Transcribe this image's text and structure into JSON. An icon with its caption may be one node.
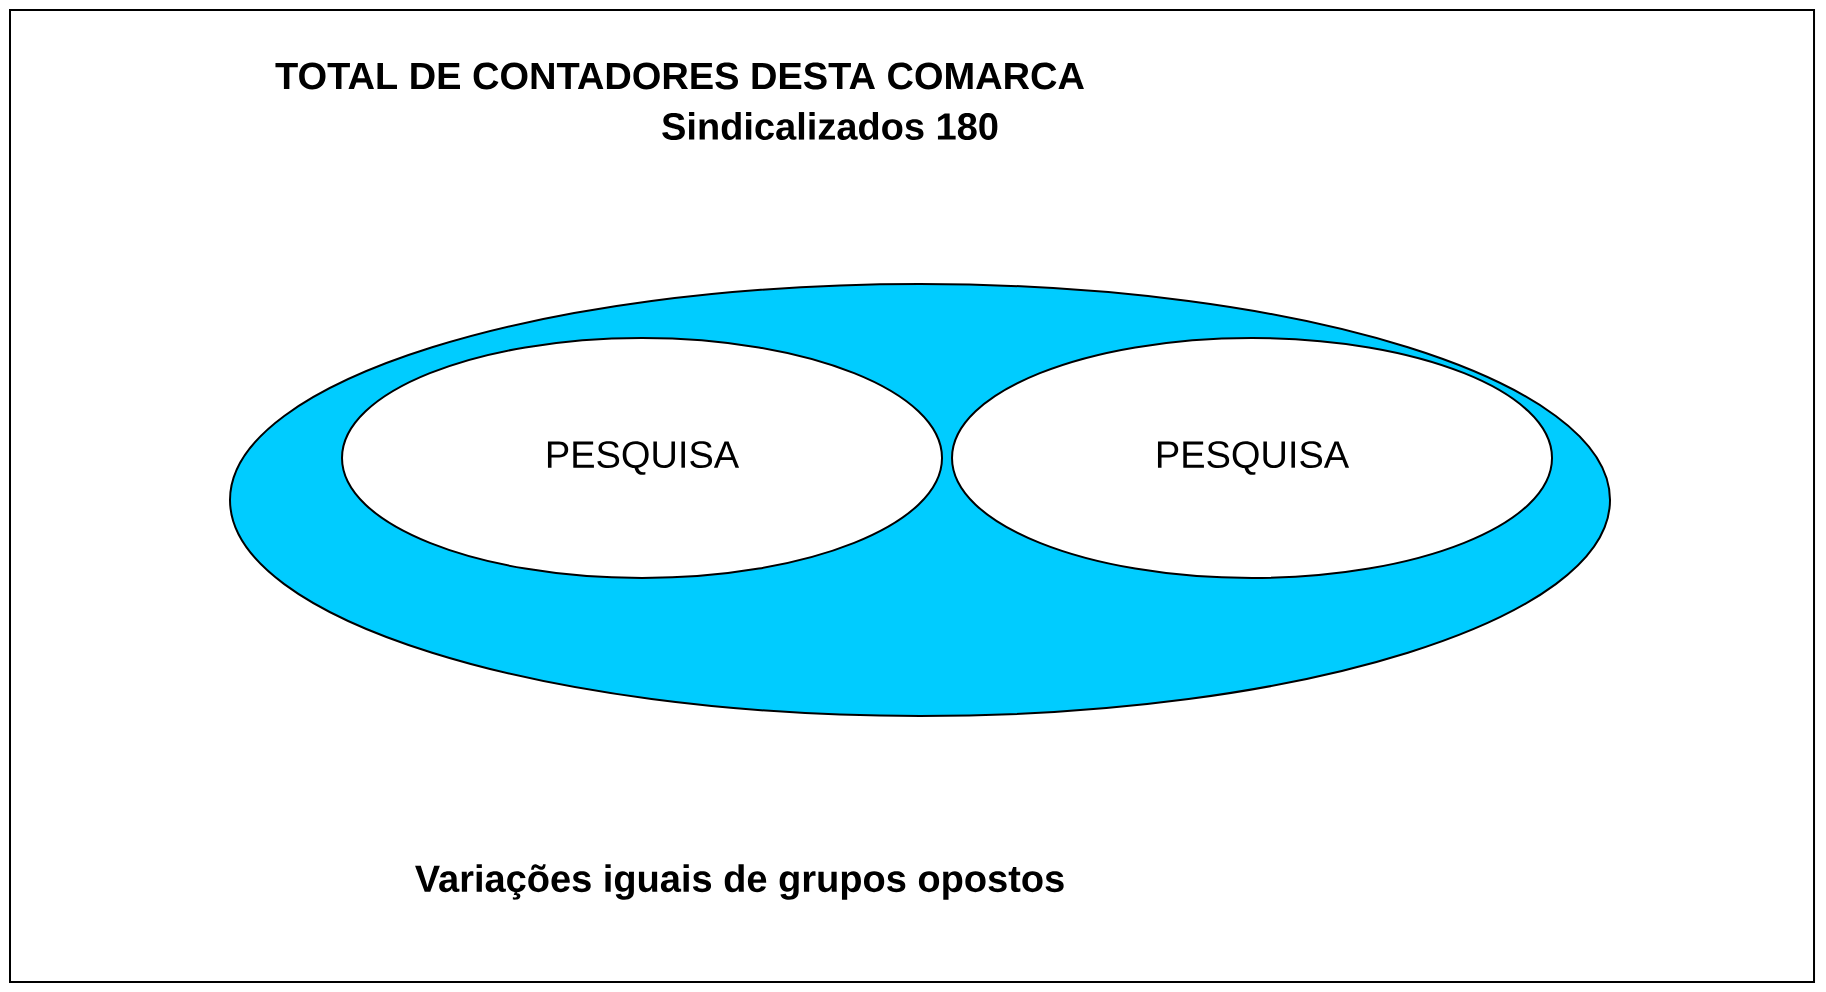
{
  "diagram": {
    "title": "TOTAL DE CONTADORES DESTA COMARCA",
    "nodes": [
      {
        "text": [],
        "shape": "ellipse"
      },
      {
        "text": [
          "PESQUISA"
        ],
        "in": 0
      },
      {
        "text": [
          "PESQUISA"
        ],
        "in": 0
      }
    ],
    "labels": [
      "Sindicalizados 180",
      "Variações iguais de grupos opostos"
    ]
  }
}
